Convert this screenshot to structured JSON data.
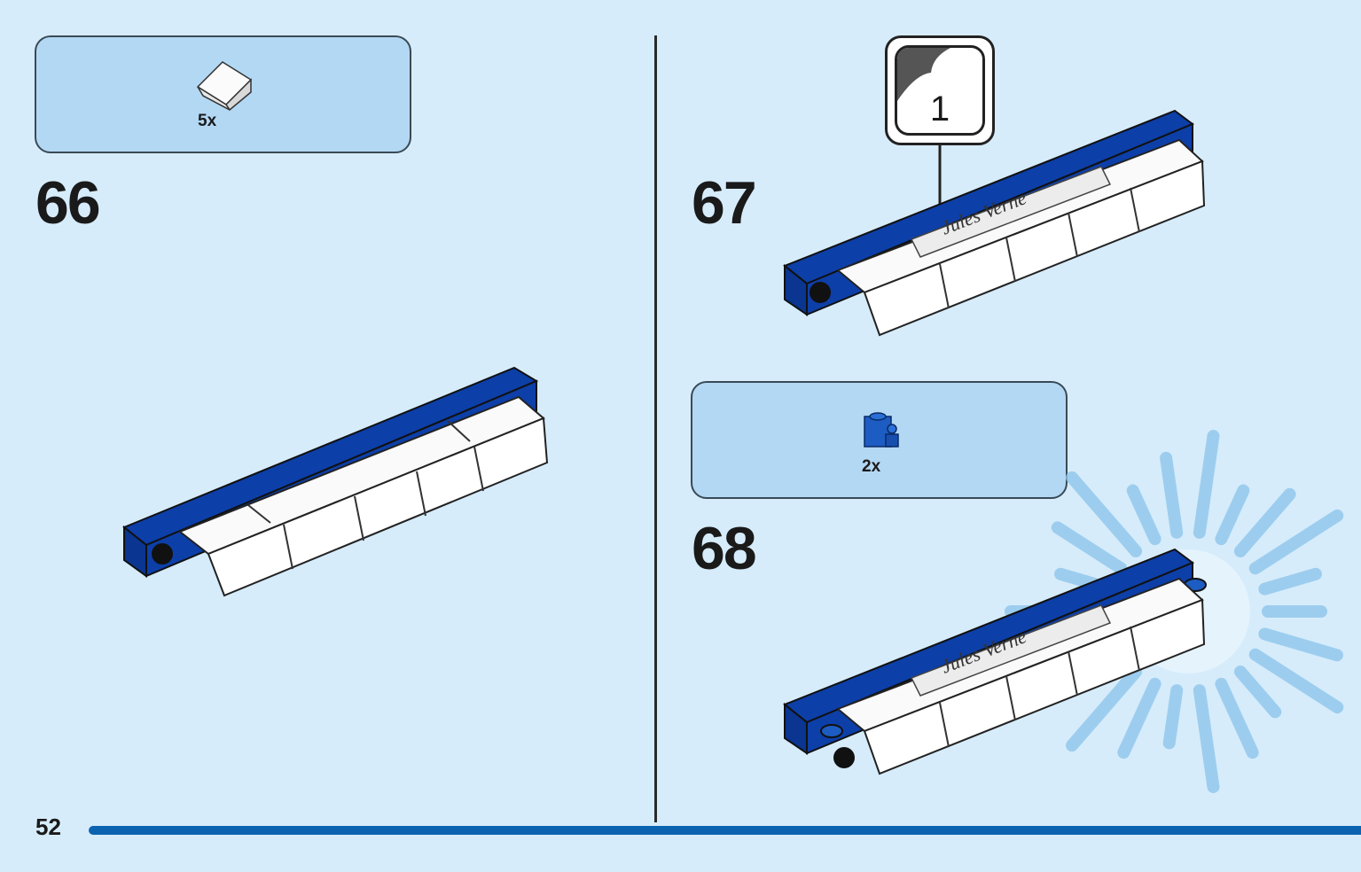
{
  "steps": [
    {
      "number": "66",
      "parts_qty": "5x"
    },
    {
      "number": "67",
      "sticker_number": "1"
    },
    {
      "number": "68",
      "parts_qty": "2x"
    }
  ],
  "sticker_text": "Jules Verne",
  "page_number": "52",
  "colors": {
    "background": "#d6ecfb",
    "parts_box": "#b3d8f4",
    "brick_blue": "#0d3fa8",
    "progress_bar": "#0b63b0"
  }
}
